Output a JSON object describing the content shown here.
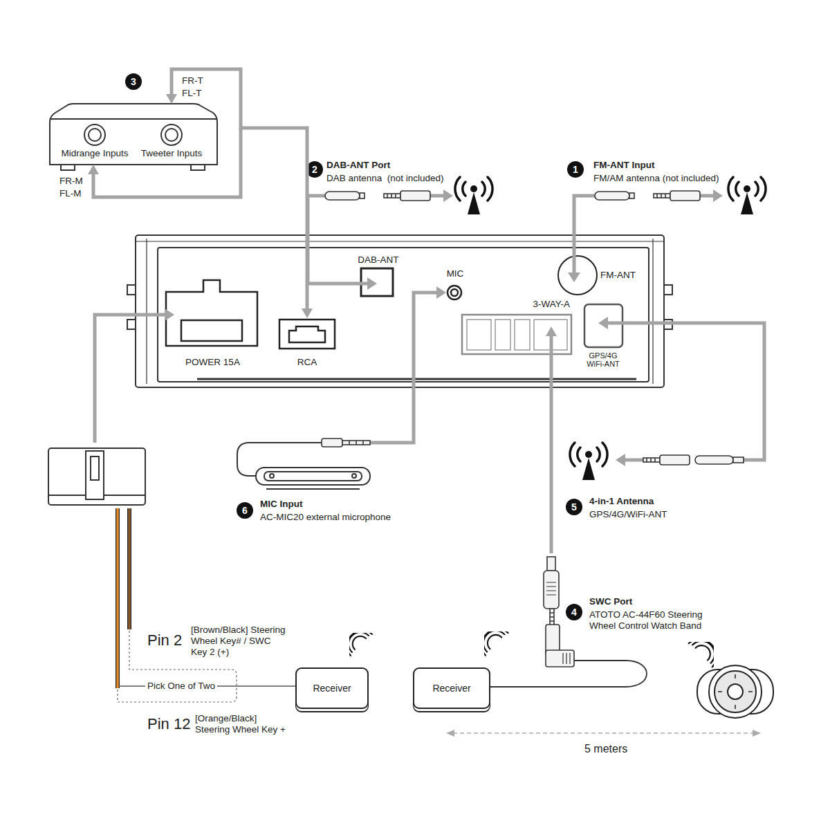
{
  "diagram": {
    "nodes": [
      {
        "text": [
          "Midrange Inputs",
          "Tweeter Inputs"
        ]
      },
      {
        "text": []
      },
      {
        "text": [
          "POWER 15A"
        ],
        "in": 1
      },
      {
        "text": [
          "RCA"
        ],
        "in": 1
      },
      {
        "text": [
          "DAB-ANT"
        ],
        "in": 1
      },
      {
        "text": [
          "MIC"
        ],
        "in": 1
      },
      {
        "text": [
          "3-WAY-A"
        ],
        "in": 1
      },
      {
        "text": [
          "FM-ANT"
        ],
        "in": 1
      },
      {
        "text": [
          "GPS/4G WiFi-ANT"
        ],
        "in": 1
      },
      {
        "text": [
          "Receiver"
        ]
      },
      {
        "text": [
          "Receiver"
        ]
      }
    ],
    "edges": [
      {
        "from": 3,
        "to": 0,
        "arrow": "both"
      },
      {
        "from": 10,
        "to": 6,
        "arrow": "to"
      }
    ],
    "labels": [
      "3",
      "FR-T",
      "FL-T",
      "FR-M",
      "FL-M",
      "2",
      "DAB-ANT Port",
      "DAB antenna  (not included)",
      "1",
      "FM-ANT Input",
      "FM/AM antenna (not included)",
      "6",
      "MIC Input",
      "AC-MIC20 external microphone",
      "5",
      "4-in-1 Antenna",
      "GPS/4G/WiFi-ANT",
      "4",
      "SWC Port",
      "ATOTO AC-44F60 Steering Wheel Control Watch Band",
      "Pin 2",
      "[Brown/Black] Steering Wheel Key# / SWC Key 2 (+)",
      "Pick One of Two",
      "Pin 12",
      "[Orange/Black] Steering Wheel Key +",
      "5 meters"
    ]
  }
}
